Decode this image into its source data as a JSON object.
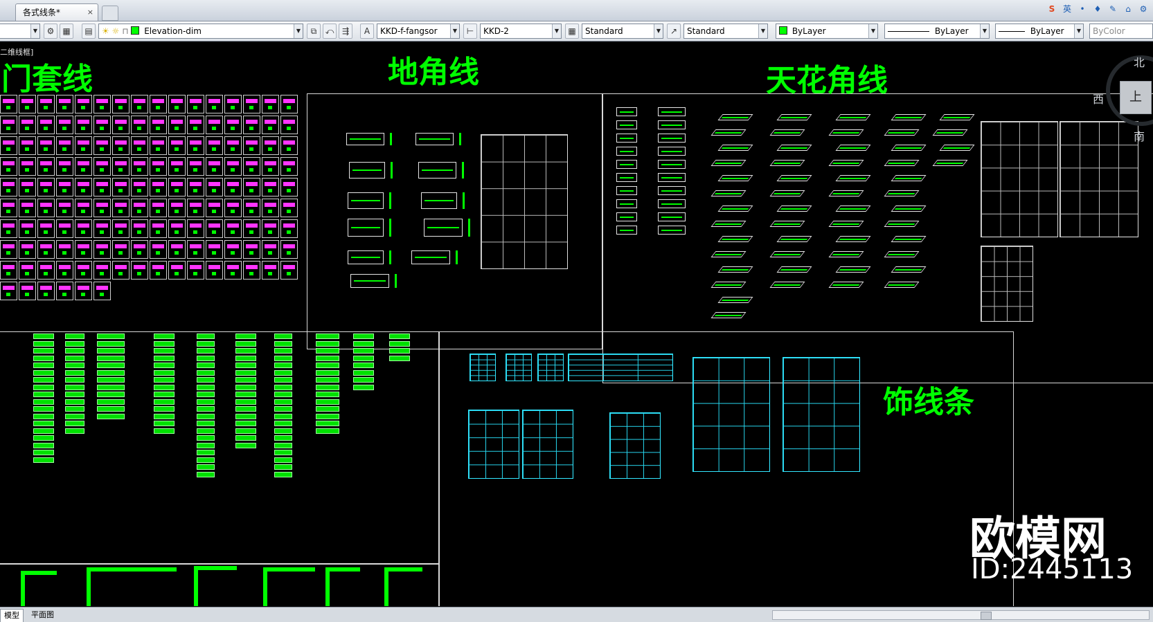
{
  "window": {
    "tab_title": "各式线条*",
    "close_glyph": "×"
  },
  "tray": {
    "items": [
      "S",
      "英",
      "•",
      "♦",
      "✎",
      "⌂",
      "⚙"
    ]
  },
  "toolbar": {
    "layer_dropdown": "Elevation-dim",
    "text_style": "KKD-f-fangsor",
    "dim_style": "KKD-2",
    "table_style": "Standard",
    "multileader_style": "Standard",
    "color": "ByLayer",
    "linetype": "ByLayer",
    "lineweight": "ByLayer",
    "plot_style": "ByColor"
  },
  "canvas": {
    "viewport_label": "二维线框]",
    "headings": {
      "door_trim": "门套线",
      "baseboard": "地角线",
      "ceiling_cornice": "天花角线",
      "decorative_molding": "饰线条"
    },
    "compass": {
      "north": "北",
      "west": "西",
      "south": "南",
      "cube_face": "上"
    }
  },
  "watermark": {
    "brand": "欧模网",
    "id_text": "ID:2445113"
  },
  "layout_tabs": [
    {
      "label": "模型",
      "active": true
    },
    {
      "label": "平面图",
      "active": false
    }
  ]
}
